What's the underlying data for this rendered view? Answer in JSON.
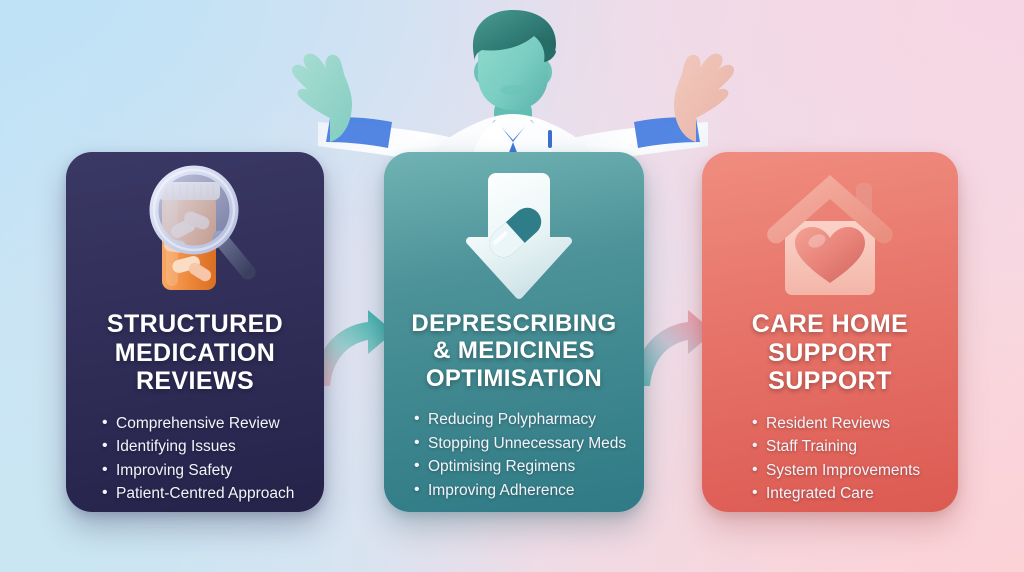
{
  "background": {
    "top_left_color": "#c3e4f5",
    "top_right_color": "#f6d6e4",
    "bottom_left_color": "#c9e6f2",
    "bottom_right_color": "#fbd2d6"
  },
  "illustration": {
    "name": "pharmacist-figure",
    "description": "3D pharmacist in white lab coat with arms outstretched",
    "skin_color": "#7fd0c4",
    "hair_color": "#2f7a74",
    "coat_color": "#ffffff",
    "shirt_color": "#3d77d8",
    "cuff_color": "#4a7fe0"
  },
  "arrows": [
    {
      "name": "arrow-1",
      "from": "card-1",
      "to": "card-2",
      "gradient_start": "#f2b3bf",
      "gradient_end": "#2fa9a4"
    },
    {
      "name": "arrow-2",
      "from": "card-2",
      "to": "card-3",
      "gradient_start": "#64bdb8",
      "gradient_end": "#f4909a"
    }
  ],
  "cards": [
    {
      "id": "card-1",
      "icon": "pill-bottle-magnifier-icon",
      "icon_colors": {
        "bottle": "#f08a3c",
        "cap": "#f5e4d4",
        "glass": "#c9cfe8",
        "handle": "#4a4f6e"
      },
      "title": "STRUCTURED MEDICATION REVIEWS",
      "title_lines": [
        "STRUCTURED",
        "MEDICATION",
        "REVIEWS"
      ],
      "color": "#2d2c54",
      "bullets": [
        "Comprehensive Review",
        "Identifying Issues",
        "Improving Safety",
        "Patient-Centred Approach"
      ]
    },
    {
      "id": "card-2",
      "icon": "down-arrow-pill-icon",
      "icon_colors": {
        "arrow": "#eaf6f7",
        "pill": "#2f7a85"
      },
      "title": "DEPRESCRIBING & MEDICINES OPTIMISATION",
      "title_lines": [
        "DEPRESCRIBING",
        "& MEDICINES",
        "OPTIMISATION"
      ],
      "color": "#35808a",
      "bullets": [
        "Reducing Polypharmacy",
        "Stopping Unnecessary Meds",
        "Optimising Regimens",
        "Improving Adherence"
      ]
    },
    {
      "id": "card-3",
      "icon": "house-heart-icon",
      "icon_colors": {
        "house": "#f7b8ab",
        "roof": "#ee9184",
        "heart": "#e8837a"
      },
      "title": "CARE HOME SUPPORT SUPPORT",
      "title_lines": [
        "CARE HOME",
        "SUPPORT",
        "SUPPORT"
      ],
      "color": "#e2655c",
      "bullets": [
        "Resident Reviews",
        "Staff Training",
        "System Improvements",
        "Integrated Care"
      ]
    }
  ]
}
